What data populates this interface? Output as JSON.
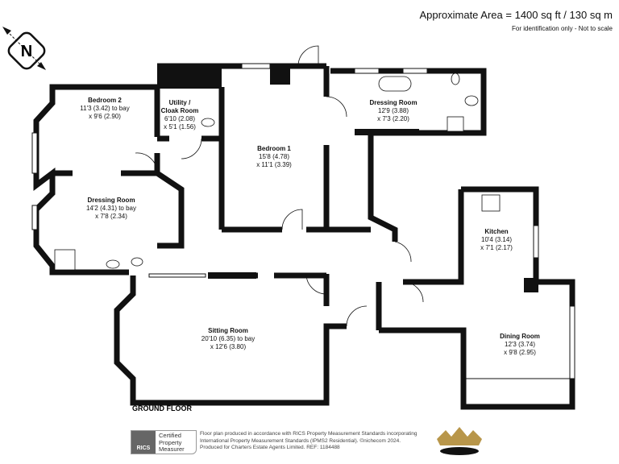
{
  "header": {
    "area": "Approximate Area = 1400 sq ft / 130 sq m",
    "identification": "For identification only - Not to scale"
  },
  "compass": {
    "letter": "N"
  },
  "rooms": [
    {
      "name": "Bedroom 2",
      "dims": [
        "11'3 (3.42) to bay",
        "x 9'6 (2.90)"
      ]
    },
    {
      "name": "Dressing Room",
      "dims": [
        "14'2 (4.31) to bay",
        "x 7'8 (2.34)"
      ]
    },
    {
      "name": "Utility /",
      "name2": "Cloak Room",
      "dims": [
        "6'10 (2.08)",
        "x 5'1 (1.56)"
      ]
    },
    {
      "name": "Bedroom 1",
      "dims": [
        "15'8 (4.78)",
        "x 11'1 (3.39)"
      ]
    },
    {
      "name": "Dressing Room",
      "dims": [
        "12'9 (3.88)",
        "x 7'3 (2.20)"
      ]
    },
    {
      "name": "Kitchen",
      "dims": [
        "10'4 (3.14)",
        "x 7'1 (2.17)"
      ]
    },
    {
      "name": "Dining Room",
      "dims": [
        "12'3 (3.74)",
        "x 9'8 (2.95)"
      ]
    },
    {
      "name": "Sitting Room",
      "dims": [
        "20'10 (6.35) to bay",
        "x 12'6 (3.80)"
      ]
    }
  ],
  "floor_label": "GROUND FLOOR",
  "footer": {
    "rics_logo": "RICS",
    "rics_badge": [
      "Certified",
      "Property",
      "Measurer"
    ],
    "disclaimer": [
      "Floor plan produced in accordance with RICS Property Measurement Standards incorporating",
      "International Property Measurement Standards (IPMS2 Residential).   ©nichecom 2024.",
      "Produced for Charters Estate Agents Limited.   REF:  1184488"
    ]
  },
  "colors": {
    "wall": "#111111",
    "crown_gold": "#b8964a"
  }
}
